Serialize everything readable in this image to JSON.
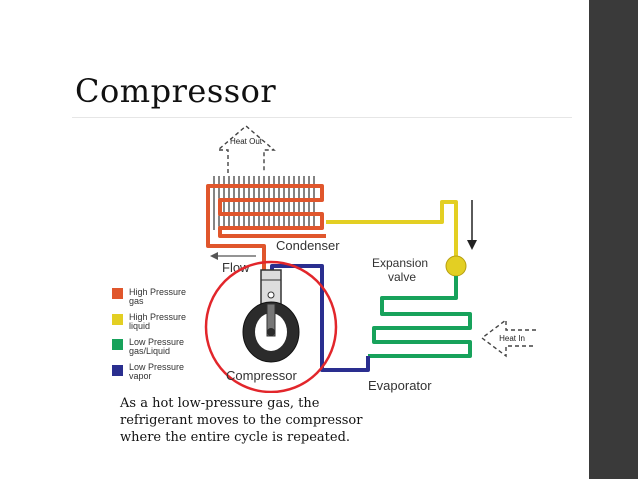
{
  "slide": {
    "title": "Compressor",
    "caption_lines": [
      "As a hot low-pressure gas, the",
      "refrigerant moves to the compressor",
      "where the entire cycle is repeated."
    ]
  },
  "diagram": {
    "labels": {
      "heat_out": "Heat Out",
      "heat_in": "Heat In",
      "condenser": "Condenser",
      "expansion_valve_line1": "Expansion",
      "expansion_valve_line2": "valve",
      "evaporator": "Evaporator",
      "flow": "Flow",
      "compressor": "Compressor"
    },
    "legend": [
      {
        "line1": "High Pressure",
        "line2": "gas",
        "color": "#e0562c"
      },
      {
        "line1": "High Pressure",
        "line2": "liquid",
        "color": "#e3cf23"
      },
      {
        "line1": "Low Pressure",
        "line2": "gas/Liquid",
        "color": "#17a25b"
      },
      {
        "line1": "Low Pressure",
        "line2": "vapor",
        "color": "#2a2e8f"
      }
    ],
    "colors": {
      "high_pressure_gas": "#e0562c",
      "high_pressure_liquid": "#e3cf23",
      "low_pressure_gas_liquid": "#17a25b",
      "low_pressure_vapor": "#2a2e8f",
      "highlight_circle": "#e2262b",
      "side_bar": "#3a3a3a"
    }
  }
}
